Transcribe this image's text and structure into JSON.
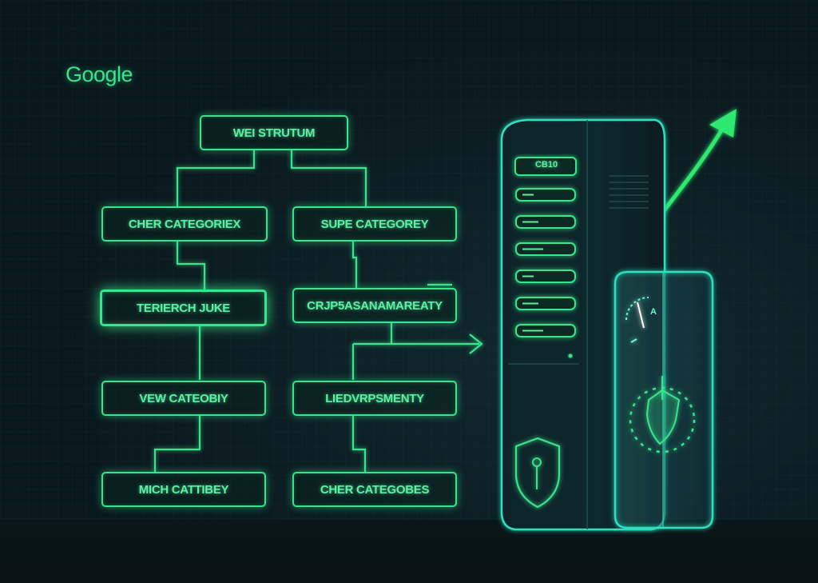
{
  "logo": {
    "text": "Google"
  },
  "diagram": {
    "root": "WEI STRUTUM",
    "left_column": [
      "CHER CATEGORIEX",
      "TERIERCH JUKE",
      "VEW CATEOBIY",
      "MICH CATTIBEY"
    ],
    "right_column": [
      "SUPE CATEGOREY",
      "CRJP5ASANAMAREATY",
      "LIEDVRPSMENTY",
      "CHER CATEGOBES"
    ]
  },
  "server": {
    "display_label": "CB10",
    "slot_count": 6
  },
  "gauge": {
    "label": "A"
  },
  "colors": {
    "neon_green": "#39e58c",
    "neon_teal": "#2fe0c0",
    "background": "#0b1a1f"
  },
  "icons": [
    "shield-icon",
    "trend-arrow-icon",
    "gauge-icon"
  ]
}
